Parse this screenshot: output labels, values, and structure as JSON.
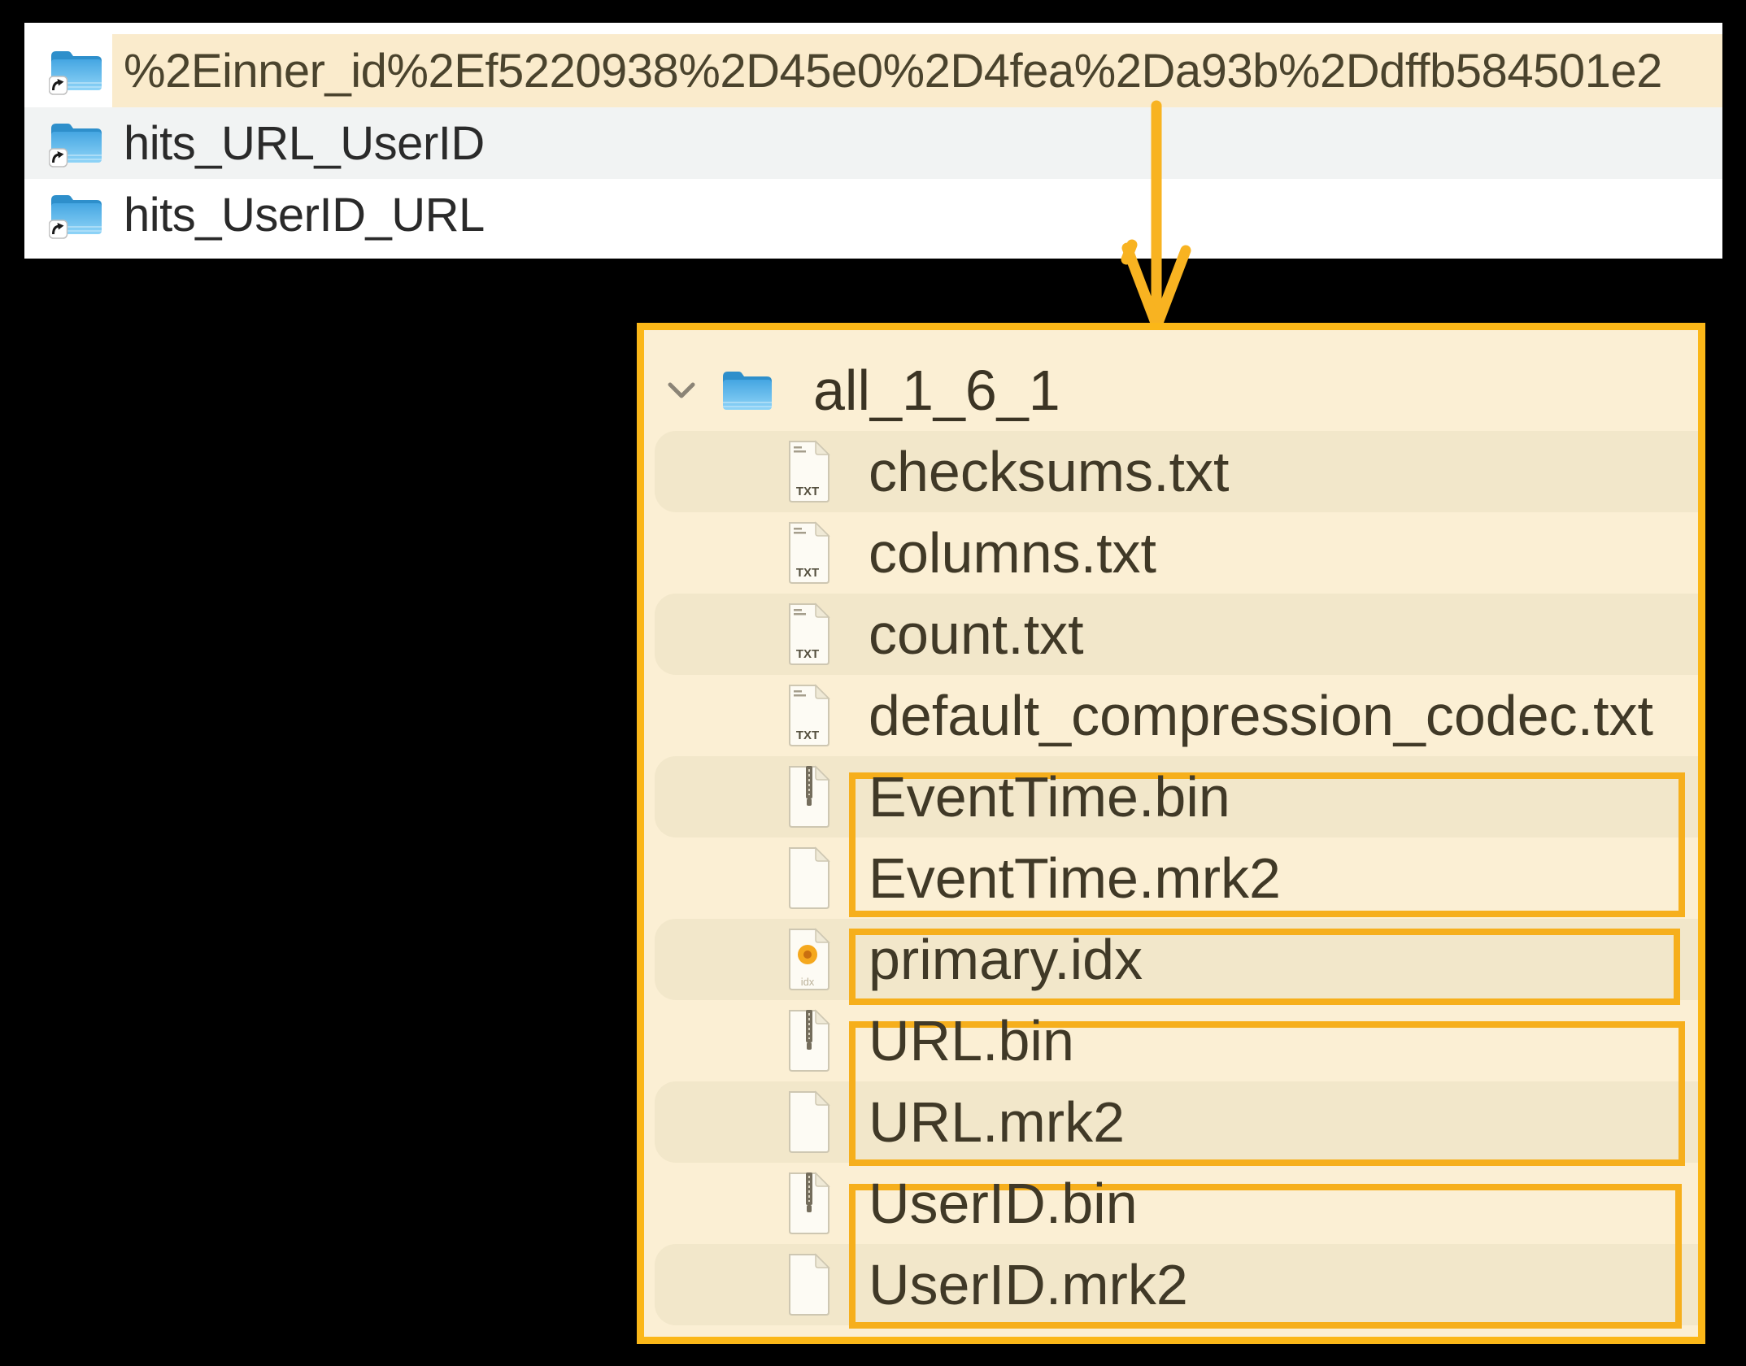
{
  "colors": {
    "background": "#000000",
    "accent_orange": "#F8B321",
    "panel_border_orange": "#FBB718",
    "highlight_cream": "#FAEBCC",
    "panel_cream": "#FBEFD4",
    "stripe_cream": "#F2E7CA",
    "row_alt_gray": "#F1F3F3",
    "folder_blue": "#4AA9E2"
  },
  "finder_panel": {
    "rows": [
      {
        "name": "%2Einner_id%2Ef5220938%2D45e0%2D4fea%2Da93b%2Ddffb584501e2",
        "icon": "alias-folder",
        "highlighted": true
      },
      {
        "name": "hits_URL_UserID",
        "icon": "alias-folder",
        "highlighted": false
      },
      {
        "name": "hits_UserID_URL",
        "icon": "alias-folder",
        "highlighted": false
      }
    ]
  },
  "annotation": {
    "arrow": "down-arrow from highlighted folder row to part contents panel"
  },
  "part_panel": {
    "root": {
      "label": "all_1_6_1",
      "icon": "folder",
      "expanded": true
    },
    "files": [
      {
        "label": "checksums.txt",
        "icon": "txt"
      },
      {
        "label": "columns.txt",
        "icon": "txt"
      },
      {
        "label": "count.txt",
        "icon": "txt"
      },
      {
        "label": "default_compression_codec.txt",
        "icon": "txt"
      },
      {
        "label": "EventTime.bin",
        "icon": "bin",
        "highlight_group": "eventtime"
      },
      {
        "label": "EventTime.mrk2",
        "icon": "mrk2",
        "highlight_group": "eventtime"
      },
      {
        "label": "primary.idx",
        "icon": "idx",
        "highlight_group": "primary"
      },
      {
        "label": "URL.bin",
        "icon": "bin",
        "highlight_group": "url"
      },
      {
        "label": "URL.mrk2",
        "icon": "mrk2",
        "highlight_group": "url"
      },
      {
        "label": "UserID.bin",
        "icon": "bin",
        "highlight_group": "userid"
      },
      {
        "label": "UserID.mrk2",
        "icon": "mrk2",
        "highlight_group": "userid"
      }
    ],
    "icon_badges": {
      "txt_label": "TXT",
      "idx_label": "idx"
    }
  }
}
